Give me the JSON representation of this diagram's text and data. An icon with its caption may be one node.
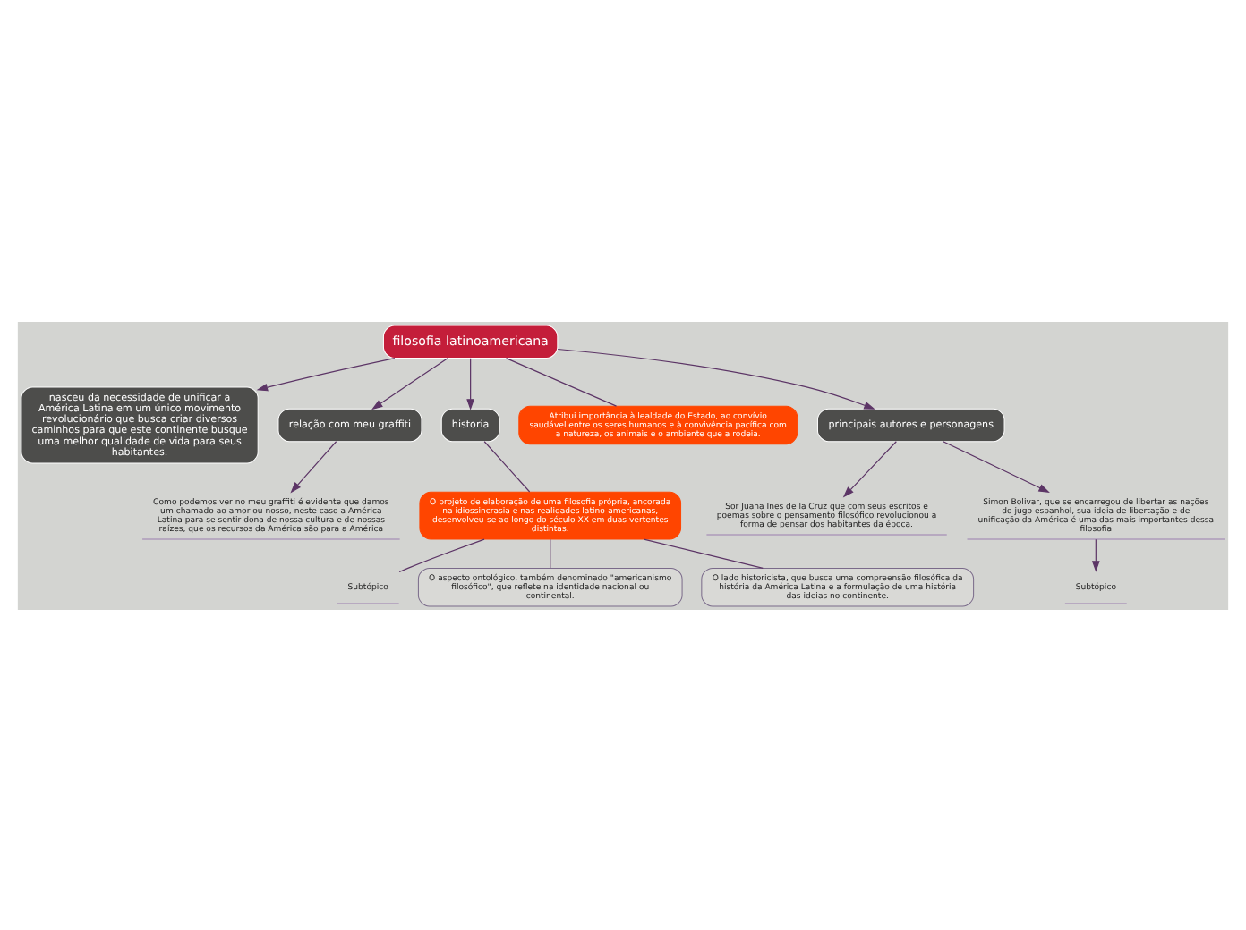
{
  "diagram": {
    "nodes": [
      {
        "text": [
          "filosofia latinoamericana"
        ]
      },
      {
        "text": [
          "nasceu da necessidade de unificar a América Latina em um único movimento revolucionário que busca criar diversos caminhos para que este continente busque uma melhor qualidade de vida para seus habitantes."
        ]
      },
      {
        "text": [
          "relação com meu graffiti"
        ]
      },
      {
        "text": [
          "Como podemos ver no meu graffiti é evidente que damos um chamado ao amor ou nosso, neste caso a América Latina para se sentir dona de nossa cultura e de nossas raízes, que os recursos da América são para a América"
        ]
      },
      {
        "text": [
          "historia"
        ]
      },
      {
        "text": [
          "O projeto de elaboração de uma filosofia própria, ancorada na idiossincrasia e nas realidades latino-americanas, desenvolveu-se ao longo do século XX em duas vertentes distintas."
        ]
      },
      {
        "text": [
          "Subtópico"
        ]
      },
      {
        "text": [
          "O aspecto ontológico, também denominado \"americanismo filosófico\", que reflete na identidade nacional ou continental."
        ]
      },
      {
        "text": [
          "O lado historicista, que busca uma compreensão filosófica da história da América Latina e a formulação de uma história das ideias no continente."
        ]
      },
      {
        "text": [
          "Atribui importância à lealdade do Estado, ao convívio saudável entre os seres humanos e à convivência pacífica com a natureza, os animais e o ambiente que a rodeia."
        ]
      },
      {
        "text": [
          "principais autores e personagens"
        ]
      },
      {
        "text": [
          "Sor Juana Ines de la Cruz que com seus escritos e poemas sobre o pensamento filosófico revolucionou a forma de pensar dos habitantes da época."
        ]
      },
      {
        "text": [
          "Simon Bolivar, que se encarregou de libertar as nações do jugo espanhol, sua ideia de libertação e de unificação da América é uma das mais importantes dessa filosofia"
        ]
      },
      {
        "text": [
          "Subtópico"
        ]
      }
    ],
    "edges": [
      {
        "from": 0,
        "to": 1,
        "arrow": "to"
      },
      {
        "from": 0,
        "to": 2,
        "arrow": "to"
      },
      {
        "from": 0,
        "to": 4,
        "arrow": "to"
      },
      {
        "from": 0,
        "to": 9,
        "arrow": "none"
      },
      {
        "from": 0,
        "to": 10,
        "arrow": "to"
      },
      {
        "from": 2,
        "to": 3,
        "arrow": "to"
      },
      {
        "from": 4,
        "to": 5,
        "arrow": "none"
      },
      {
        "from": 5,
        "to": 6,
        "arrow": "none"
      },
      {
        "from": 5,
        "to": 7,
        "arrow": "none"
      },
      {
        "from": 5,
        "to": 8,
        "arrow": "none"
      },
      {
        "from": 10,
        "to": 11,
        "arrow": "to"
      },
      {
        "from": 10,
        "to": 12,
        "arrow": "to"
      },
      {
        "from": 12,
        "to": 13,
        "arrow": "to"
      }
    ]
  }
}
